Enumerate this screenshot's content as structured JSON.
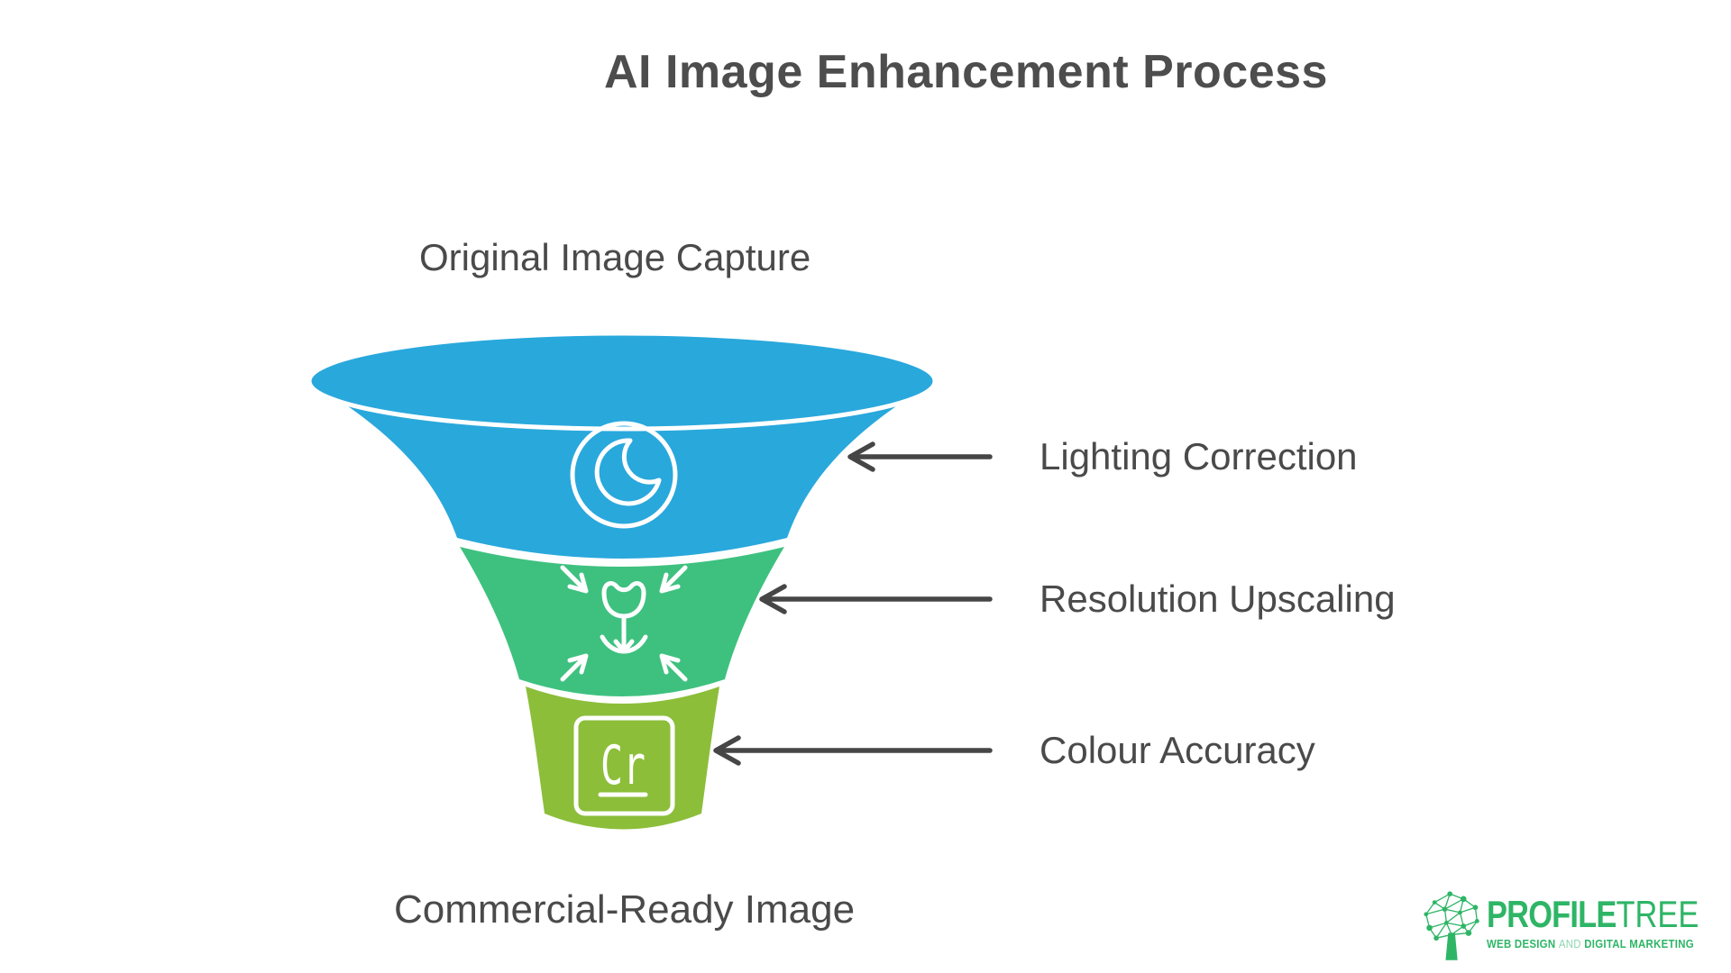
{
  "title": "AI Image Enhancement Process",
  "funnel": {
    "input_label": "Original Image Capture",
    "output_label": "Commercial-Ready Image",
    "stages": [
      {
        "label": "Lighting Correction",
        "color": "#29A8DC",
        "icon": "camera-lens-icon"
      },
      {
        "label": "Resolution Upscaling",
        "color": "#3EC17F",
        "icon": "shrink-flower-icon"
      },
      {
        "label": "Colour Accuracy",
        "color": "#8CBE3A",
        "icon": "cr-element-icon",
        "icon_text": "Cr"
      }
    ]
  },
  "branding": {
    "logo_icon": "profiletree-tree-icon",
    "name_bold": "PROFILE",
    "name_light": "TREE",
    "tagline_parts": [
      "WEB DESIGN",
      "AND",
      "DIGITAL MARKETING"
    ],
    "color": "#2EB566"
  },
  "colors": {
    "background": "#FFFFFF",
    "title_text": "#4D4D4D",
    "label_text": "#4A4A4A",
    "arrow": "#464646",
    "icon_stroke": "#FFFFFF"
  }
}
